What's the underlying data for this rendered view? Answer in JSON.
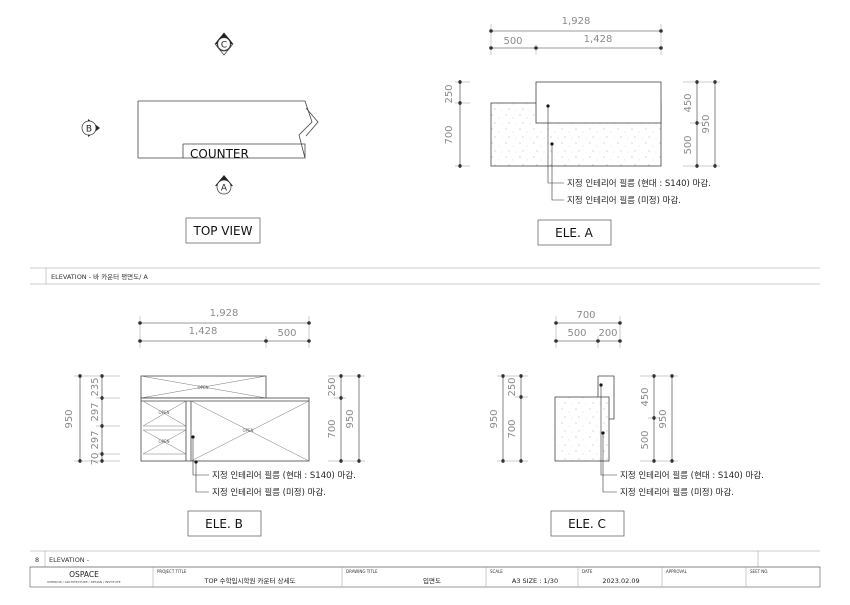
{
  "top_view": {
    "title": "TOP VIEW",
    "counter_label": "COUNTER",
    "markers": {
      "a": "A",
      "b": "B",
      "c": "C"
    }
  },
  "ele_a": {
    "title": "ELE. A",
    "dims": {
      "total": "1,928",
      "left": "500",
      "right": "1,428",
      "left_upper": "250",
      "left_lower": "700",
      "right_upper": "450",
      "right_lower": "500",
      "right_total": "950"
    },
    "notes": [
      "지정 인테리어 필름 (현대 : S140) 마감.",
      "지정 인테리어 필름 (미정) 마감."
    ]
  },
  "section_band_1": "ELEVATION - 바 카운터 평면도/ A",
  "ele_b": {
    "title": "ELE. B",
    "dims": {
      "total": "1,928",
      "left": "1,428",
      "right": "500",
      "left_total": "950",
      "left_segs": [
        "235",
        "297",
        "297",
        "70"
      ],
      "right_upper": "250",
      "right_lower": "700",
      "right_total": "950"
    },
    "open_labels": [
      "OPEN",
      "OPEN",
      "OPEN",
      "OPEN"
    ],
    "notes": [
      "지정 인테리어 필름 (현대 : S140) 마감.",
      "지정 인테리어 필름 (미정) 마감."
    ]
  },
  "ele_c": {
    "title": "ELE. C",
    "dims": {
      "total": "700",
      "left": "500",
      "right": "200",
      "left_total": "950",
      "left_upper": "250",
      "left_lower": "700",
      "right_upper": "450",
      "right_lower": "500",
      "right_total": "950"
    },
    "notes": [
      "지정 인테리어 필름 (현대 : S140) 마감.",
      "지정 인테리어 필름 (미정) 마감."
    ]
  },
  "bottom_band": {
    "number": "8",
    "label": "ELEVATION -"
  },
  "title_block": {
    "logo": "OSPACE",
    "logo_sub": "INTERIOR / ARCHITECTURE / DESIGN / INSTITUTE",
    "project_title_head": "PROJECT TITLE",
    "project_title": "TOP 수학입시학원 카운터 상세도",
    "drawing_title_head": "DRAWING TITLE",
    "drawing_title": "입면도",
    "scale_head": "SCALE",
    "scale": "A3 SIZE : 1/30",
    "date_head": "DATE",
    "date": "2023.02.09",
    "approval_head": "APPROVAL",
    "sheet_head": "SEET NO."
  }
}
